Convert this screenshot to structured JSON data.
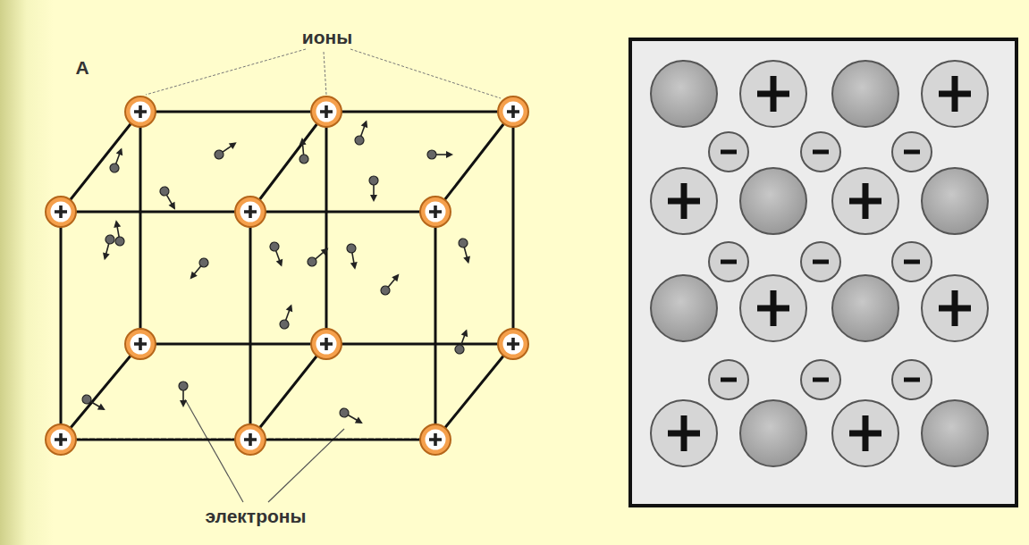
{
  "diagram": {
    "labels": [
      "А",
      "ионы",
      "электроны"
    ]
  }
}
